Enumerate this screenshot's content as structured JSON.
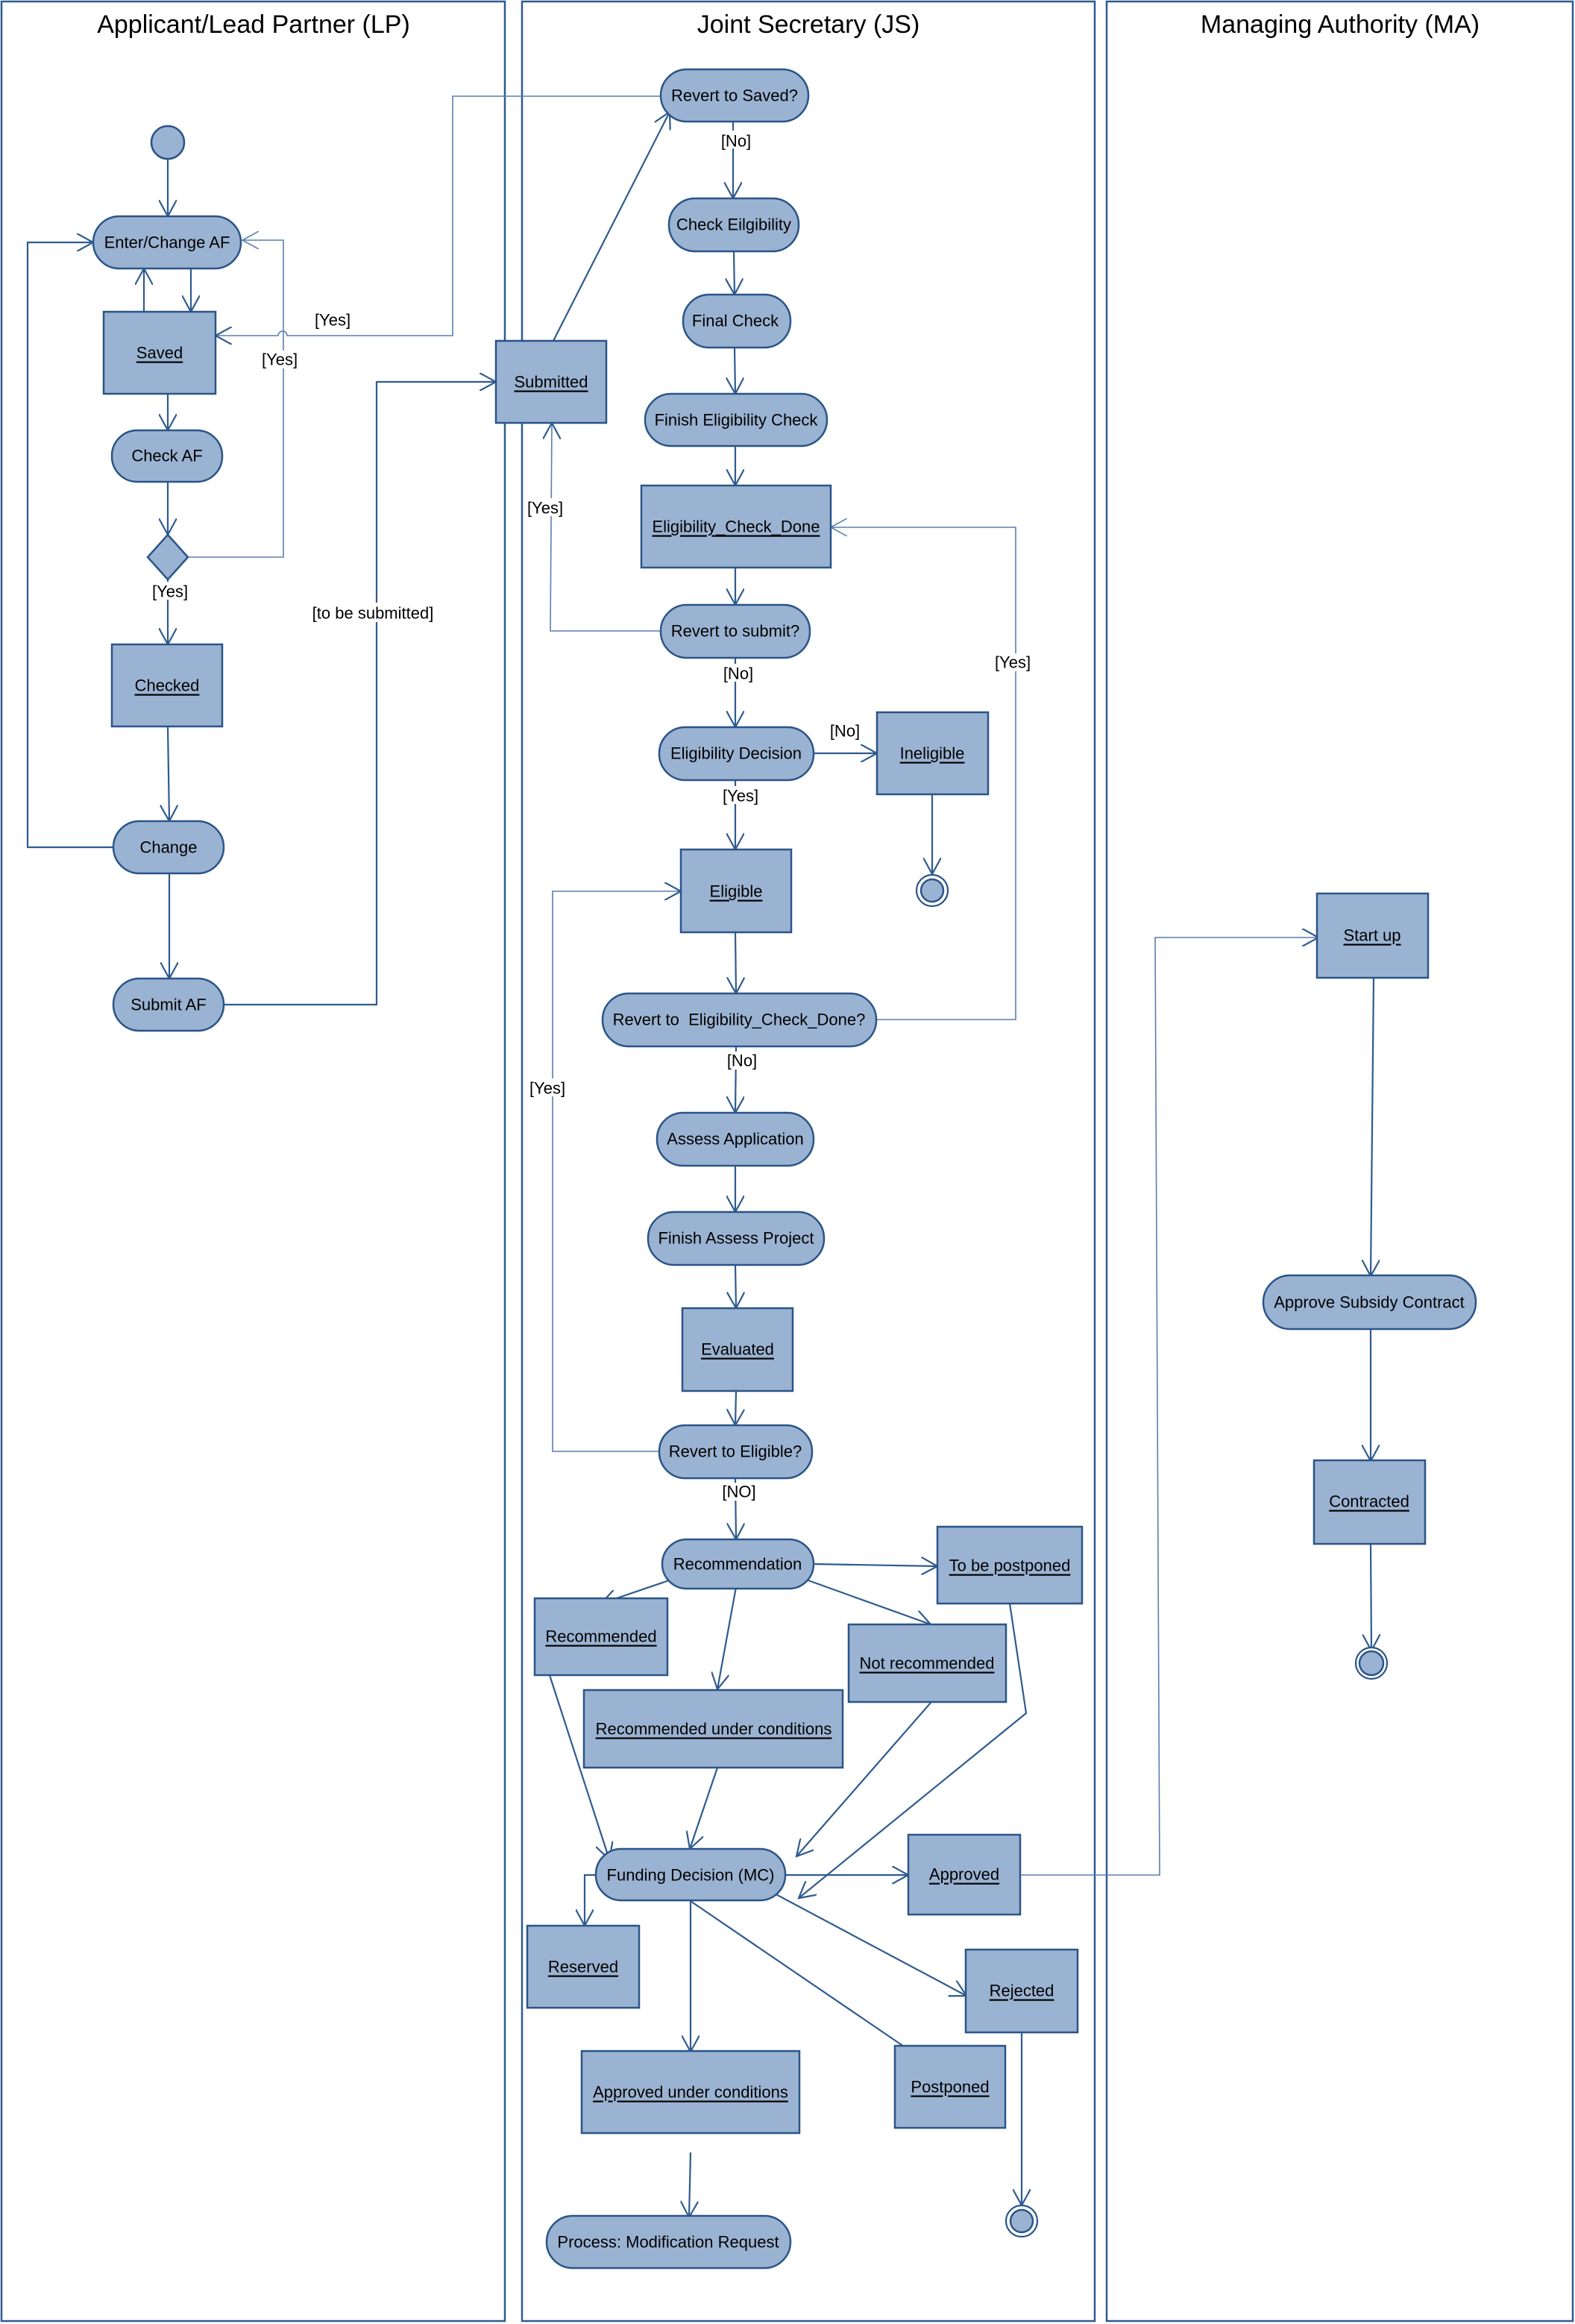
{
  "diagram": {
    "type": "UML activity diagram with swimlanes",
    "colors": {
      "node_fill": "#9bb3d2",
      "node_stroke": "#2a5588",
      "edge": "#2f5b8f",
      "lane_border": "#2f5b8f",
      "text": "#000000"
    },
    "lanes": [
      {
        "id": "lp",
        "title": "Applicant/Lead Partner (LP)"
      },
      {
        "id": "js",
        "title": "Joint Secretary (JS)"
      },
      {
        "id": "ma",
        "title": "Managing Authority (MA)"
      }
    ],
    "nodes": {
      "lp_start": {
        "kind": "initial",
        "lane": "lp"
      },
      "enter_change_af": {
        "kind": "action",
        "label": "Enter/Change AF",
        "lane": "lp"
      },
      "saved": {
        "kind": "object",
        "label": "Saved",
        "lane": "lp"
      },
      "check_af": {
        "kind": "action",
        "label": "Check AF",
        "lane": "lp"
      },
      "lp_decision": {
        "kind": "decision",
        "lane": "lp"
      },
      "checked": {
        "kind": "object",
        "label": "Checked",
        "lane": "lp"
      },
      "change": {
        "kind": "action",
        "label": "Change",
        "lane": "lp"
      },
      "submit_af": {
        "kind": "action",
        "label": "Submit AF",
        "lane": "lp"
      },
      "submitted": {
        "kind": "object",
        "label": "Submitted",
        "lane": "js"
      },
      "revert_to_saved": {
        "kind": "action",
        "label": "Revert to Saved?",
        "lane": "js"
      },
      "check_eligibility": {
        "kind": "action",
        "label": "Check Eilgibility",
        "lane": "js"
      },
      "final_check": {
        "kind": "action",
        "label": "Final Check",
        "lane": "js"
      },
      "finish_eligibility_check": {
        "kind": "action",
        "label": "Finish Eligibility Check",
        "lane": "js"
      },
      "eligibility_check_done": {
        "kind": "object",
        "label": "Eligibility_Check_Done",
        "lane": "js"
      },
      "revert_to_submit": {
        "kind": "action",
        "label": "Revert to submit?",
        "lane": "js"
      },
      "eligibility_decision": {
        "kind": "action",
        "label": "Eligibility Decision",
        "lane": "js"
      },
      "ineligible": {
        "kind": "object",
        "label": "Ineligible",
        "lane": "js"
      },
      "ineligible_end": {
        "kind": "final",
        "lane": "js"
      },
      "eligible": {
        "kind": "object",
        "label": "Eligible",
        "lane": "js"
      },
      "revert_to_ecd": {
        "kind": "action",
        "label": "Revert to  Eligibility_Check_Done?",
        "lane": "js"
      },
      "assess_application": {
        "kind": "action",
        "label": "Assess Application",
        "lane": "js"
      },
      "finish_assess_project": {
        "kind": "action",
        "label": "Finish Assess Project",
        "lane": "js"
      },
      "evaluated": {
        "kind": "object",
        "label": "Evaluated",
        "lane": "js"
      },
      "revert_to_eligible": {
        "kind": "action",
        "label": "Revert to Eligible?",
        "lane": "js"
      },
      "recommendation": {
        "kind": "action",
        "label": "Recommendation",
        "lane": "js"
      },
      "to_be_postponed": {
        "kind": "object",
        "label": "To be postponed",
        "lane": "js"
      },
      "recommended": {
        "kind": "object",
        "label": "Recommended",
        "lane": "js"
      },
      "not_recommended": {
        "kind": "object",
        "label": "Not recommended",
        "lane": "js"
      },
      "recommended_under_conditions": {
        "kind": "object",
        "label": "Recommended under conditions",
        "lane": "js"
      },
      "funding_decision": {
        "kind": "action",
        "label": "Funding Decision (MC)",
        "lane": "js"
      },
      "approved": {
        "kind": "object",
        "label": "Approved",
        "lane": "js"
      },
      "reserved": {
        "kind": "object",
        "label": "Reserved",
        "lane": "js"
      },
      "rejected": {
        "kind": "object",
        "label": "Rejected",
        "lane": "js"
      },
      "approved_under_conditions": {
        "kind": "object",
        "label": "Approved under conditions",
        "lane": "js"
      },
      "postponed": {
        "kind": "object",
        "label": "Postponed",
        "lane": "js"
      },
      "process_modification_request": {
        "kind": "action",
        "label": "Process: Modification Request",
        "lane": "js"
      },
      "rejected_end": {
        "kind": "final",
        "lane": "js"
      },
      "start_up": {
        "kind": "object",
        "label": "Start up",
        "lane": "ma"
      },
      "approve_subsidy_contract": {
        "kind": "action",
        "label": "Approve Subsidy Contract",
        "lane": "ma"
      },
      "contracted": {
        "kind": "object",
        "label": "Contracted",
        "lane": "ma"
      },
      "ma_end": {
        "kind": "final",
        "lane": "ma"
      }
    },
    "guards": {
      "yes": "[Yes]",
      "no": "[No]",
      "no_caps": "[NO]",
      "to_be_submitted": "[to be submitted]"
    },
    "edges": [
      {
        "from": "lp_start",
        "to": "enter_change_af"
      },
      {
        "from": "enter_change_af",
        "to": "saved"
      },
      {
        "from": "saved",
        "to": "enter_change_af"
      },
      {
        "from": "saved",
        "to": "check_af"
      },
      {
        "from": "check_af",
        "to": "lp_decision"
      },
      {
        "from": "lp_decision",
        "to": "checked",
        "guard": "[Yes]"
      },
      {
        "from": "lp_decision",
        "to": "enter_change_af",
        "guard": "[Yes]"
      },
      {
        "from": "checked",
        "to": "change"
      },
      {
        "from": "change",
        "to": "enter_change_af"
      },
      {
        "from": "change",
        "to": "submit_af"
      },
      {
        "from": "submit_af",
        "to": "submitted",
        "guard": "[to be submitted]"
      },
      {
        "from": "submitted",
        "to": "revert_to_saved"
      },
      {
        "from": "revert_to_saved",
        "to": "saved",
        "guard": "[Yes]"
      },
      {
        "from": "revert_to_saved",
        "to": "check_eligibility",
        "guard": "[No]"
      },
      {
        "from": "check_eligibility",
        "to": "final_check"
      },
      {
        "from": "final_check",
        "to": "finish_eligibility_check"
      },
      {
        "from": "finish_eligibility_check",
        "to": "eligibility_check_done"
      },
      {
        "from": "eligibility_check_done",
        "to": "revert_to_submit"
      },
      {
        "from": "revert_to_submit",
        "to": "submitted",
        "guard": "[Yes]"
      },
      {
        "from": "revert_to_submit",
        "to": "eligibility_decision",
        "guard": "[No]"
      },
      {
        "from": "eligibility_decision",
        "to": "ineligible",
        "guard": "[No]"
      },
      {
        "from": "ineligible",
        "to": "ineligible_end"
      },
      {
        "from": "eligibility_decision",
        "to": "eligible",
        "guard": "[Yes]"
      },
      {
        "from": "eligible",
        "to": "revert_to_ecd"
      },
      {
        "from": "revert_to_ecd",
        "to": "eligibility_check_done",
        "guard": "[Yes]"
      },
      {
        "from": "revert_to_ecd",
        "to": "assess_application",
        "guard": "[No]"
      },
      {
        "from": "assess_application",
        "to": "finish_assess_project"
      },
      {
        "from": "finish_assess_project",
        "to": "evaluated"
      },
      {
        "from": "evaluated",
        "to": "revert_to_eligible"
      },
      {
        "from": "revert_to_eligible",
        "to": "eligible",
        "guard": "[Yes]"
      },
      {
        "from": "revert_to_eligible",
        "to": "recommendation",
        "guard": "[NO]"
      },
      {
        "from": "recommendation",
        "to": "to_be_postponed"
      },
      {
        "from": "recommendation",
        "to": "recommended"
      },
      {
        "from": "recommendation",
        "to": "recommended_under_conditions"
      },
      {
        "from": "recommendation",
        "to": "not_recommended"
      },
      {
        "from": "recommended",
        "to": "funding_decision"
      },
      {
        "from": "recommended_under_conditions",
        "to": "funding_decision"
      },
      {
        "from": "not_recommended",
        "to": "funding_decision"
      },
      {
        "from": "to_be_postponed",
        "to": "funding_decision"
      },
      {
        "from": "funding_decision",
        "to": "approved"
      },
      {
        "from": "funding_decision",
        "to": "reserved"
      },
      {
        "from": "funding_decision",
        "to": "approved_under_conditions"
      },
      {
        "from": "funding_decision",
        "to": "postponed"
      },
      {
        "from": "funding_decision",
        "to": "rejected"
      },
      {
        "from": "approved_under_conditions",
        "to": "process_modification_request"
      },
      {
        "from": "rejected",
        "to": "rejected_end"
      },
      {
        "from": "approved",
        "to": "start_up"
      },
      {
        "from": "start_up",
        "to": "approve_subsidy_contract"
      },
      {
        "from": "approve_subsidy_contract",
        "to": "contracted"
      },
      {
        "from": "contracted",
        "to": "ma_end"
      }
    ]
  }
}
